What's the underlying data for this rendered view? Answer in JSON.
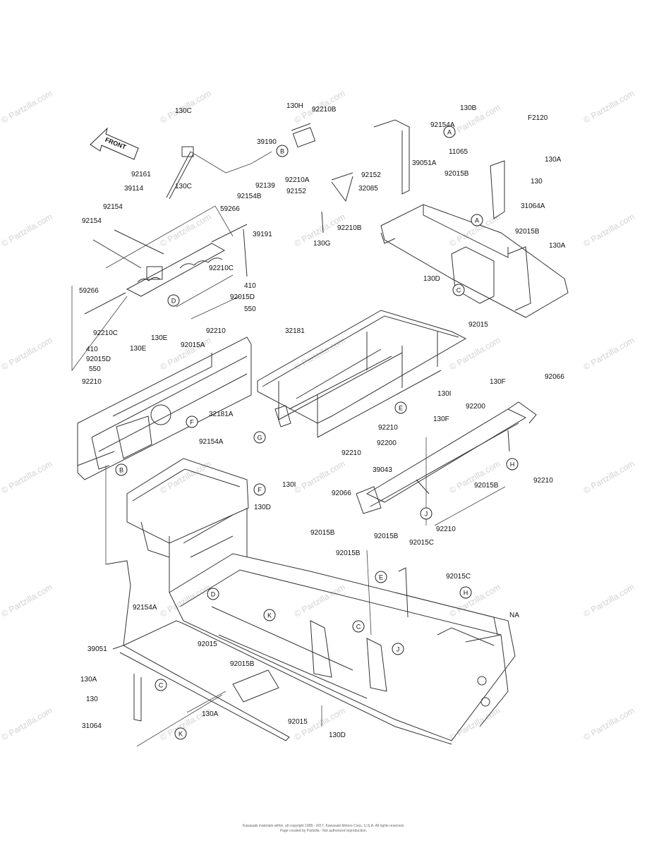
{
  "figure_code": "F2120",
  "front_arrow": "FRONT",
  "watermark": "© Partzilla.com",
  "callouts": [
    "A",
    "B",
    "C",
    "D",
    "E",
    "F",
    "G",
    "H",
    "J",
    "K"
  ],
  "part_numbers": [
    "130C",
    "92161",
    "39114",
    "130C",
    "92154",
    "92154",
    "59266",
    "39191",
    "92210C",
    "410",
    "92015D",
    "550",
    "59266",
    "92210C",
    "410",
    "92015D",
    "550",
    "92210",
    "130E",
    "130E",
    "92015A",
    "92210",
    "32181A",
    "92154A",
    "130H",
    "92210B",
    "39190",
    "92210A",
    "92152",
    "92152",
    "92139",
    "92154B",
    "32085",
    "92210B",
    "130G",
    "32181",
    "130I",
    "92210",
    "92210",
    "130I",
    "92154A",
    "11065",
    "130B",
    "39051A",
    "92015B",
    "130A",
    "130",
    "31064A",
    "92015B",
    "130A",
    "130D",
    "92015",
    "130F",
    "92066",
    "92200",
    "130F",
    "92200",
    "39043",
    "92015B",
    "92210",
    "92066",
    "92210",
    "130D",
    "92015B",
    "92015B",
    "92015B",
    "92015C",
    "92015C",
    "NA",
    "92154A",
    "39051",
    "92015",
    "92015B",
    "130A",
    "130",
    "31064",
    "130A",
    "92015",
    "130D"
  ],
  "footer": [
    "Kawasaki materials within, all copyright 1998 - 2017, Kawasaki Motors Corp., U.S.A. All rights reserved.",
    "Page created by Partzilla - Not authorized reproduction."
  ]
}
